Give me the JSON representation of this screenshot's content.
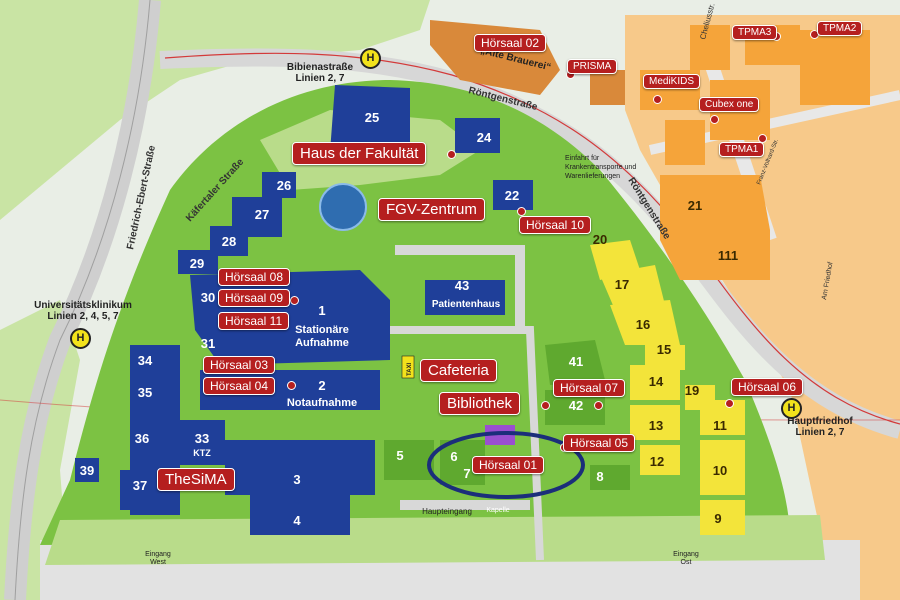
{
  "labels": {
    "haus_der_fakultaet": "Haus der Fakultät",
    "fgv_zentrum": "FGV-Zentrum",
    "cafeteria": "Cafeteria",
    "bibliothek": "Bibliothek",
    "thesima": "TheSiMA",
    "hoersaal_01": "Hörsaal 01",
    "hoersaal_02": "Hörsaal 02",
    "hoersaal_03": "Hörsaal 03",
    "hoersaal_04": "Hörsaal 04",
    "hoersaal_05": "Hörsaal 05",
    "hoersaal_06": "Hörsaal 06",
    "hoersaal_07": "Hörsaal 07",
    "hoersaal_08": "Hörsaal 08",
    "hoersaal_09": "Hörsaal 09",
    "hoersaal_10": "Hörsaal 10",
    "hoersaal_11": "Hörsaal 11",
    "prisma": "PRISMA",
    "medikids": "MediKIDS",
    "cubex_one": "Cubex one",
    "tpma1": "TPMA1",
    "tpma2": "TPMA2",
    "tpma3": "TPMA3"
  },
  "streets": {
    "friedrich_ebert": "Friedrich-Ebert-Straße",
    "kafertaler": "Käfertaler Straße",
    "roentgen_top": "Röntgenstraße",
    "roentgen_right": "Röntgenstraße",
    "alte_brauerei": "„Alte Brauerei“",
    "chelius": "Cheliusstr.",
    "franz_volhard": "Franz-Volhard-Str.",
    "am_friedhof": "Am Friedhof"
  },
  "stops": {
    "symbol": "H",
    "bibienastrasse": "Bibienastraße",
    "bibienastrasse_lines": "Linien 2, 7",
    "universitaetsklinikum": "Universitätsklinikum",
    "universitaetsklinikum_lines": "Linien 2, 4, 5, 7",
    "hauptfriedhof": "Hauptfriedhof",
    "hauptfriedhof_lines": "Linien 2, 7"
  },
  "buildings": {
    "b1": "1",
    "b2": "2",
    "b3": "3",
    "b4": "4",
    "b5": "5",
    "b6": "6",
    "b7": "7",
    "b8": "8",
    "b9": "9",
    "b10": "10",
    "b11": "11",
    "b12": "12",
    "b13": "13",
    "b14": "14",
    "b15": "15",
    "b16": "16",
    "b17": "17",
    "b19": "19",
    "b20": "20",
    "b21": "21",
    "b22": "22",
    "b24": "24",
    "b25": "25",
    "b26": "26",
    "b27": "27",
    "b28": "28",
    "b29": "29",
    "b30": "30",
    "b31": "31",
    "b33": "33",
    "b34": "34",
    "b35": "35",
    "b36": "36",
    "b37": "37",
    "b39": "39",
    "b41": "41",
    "b42": "42",
    "b43": "43",
    "b111": "111"
  },
  "building_text": {
    "stationaere_1": "Stationäre",
    "stationaere_2": "Aufnahme",
    "notaufnahme": "Notaufnahme",
    "patientenhaus": "Patientenhaus",
    "ktz": "KTZ",
    "kapelle": "Kapelle"
  },
  "misc": {
    "einfahrt_1": "Einfahrt für",
    "einfahrt_2": "Krankentransporte und",
    "einfahrt_3": "Warenlieferungen",
    "haupteingang": "Haupteingang",
    "eingang_west_1": "Eingang",
    "eingang_west_2": "West",
    "eingang_ost_1": "Eingang",
    "eingang_ost_2": "Ost",
    "taxi": "TAXI"
  },
  "colors": {
    "campus_green": "#7cc243",
    "light_green": "#b9dc8a",
    "building_blue": "#1f3f99",
    "building_yellow": "#f3e43a",
    "building_orange": "#f5a43a",
    "label_red": "#b51f1f",
    "road_grey": "#d8d8d8"
  }
}
